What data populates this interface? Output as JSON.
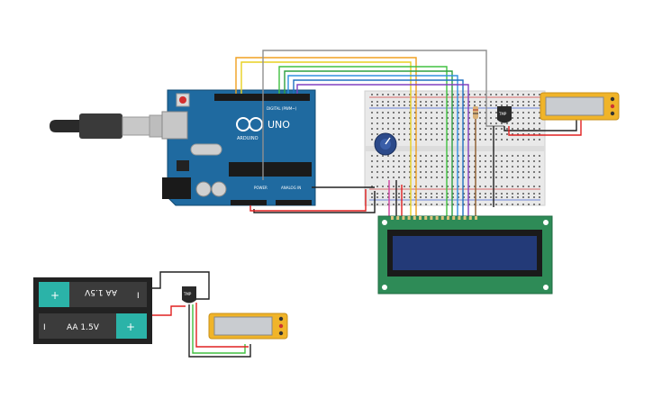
{
  "arduino": {
    "logo": "UNO",
    "brand": "ARDUINO",
    "digital_label": "DIGITAL (PWM~)",
    "power_label": "POWER",
    "analog_label": "ANALOG IN",
    "color": "#1f6aa0"
  },
  "sensor_main": {
    "label": "TMP"
  },
  "sensor_battery": {
    "label": "TMP"
  },
  "battery": {
    "cell_top_label": "AA 1.5V",
    "cell_bottom_label": "AA 1.5V",
    "plus": "+",
    "minus": "I"
  },
  "wire_colors": [
    "#f0a020",
    "#e8d020",
    "#40c040",
    "#3090e0",
    "#8040c0",
    "#202020",
    "#e02020",
    "#909090"
  ],
  "components": [
    "usb-cable",
    "arduino-uno",
    "breadboard",
    "potentiometer",
    "lcd-16x2",
    "temperature-sensor",
    "multimeter",
    "battery-pack",
    "temperature-sensor-2",
    "multimeter-2"
  ]
}
